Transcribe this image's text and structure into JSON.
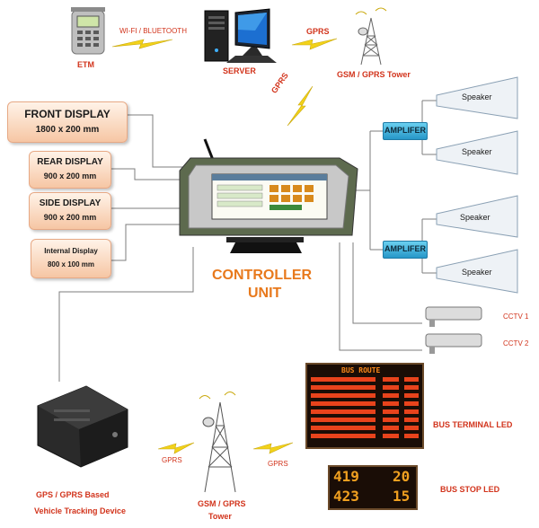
{
  "top": {
    "etm_label": "ETM",
    "wifi_label": "WI-FI / BLUETOOTH",
    "server_label": "SERVER",
    "gprs_top_label": "GPRS",
    "gsm_top_label": "GSM / GPRS  Tower",
    "gprs_diag_label": "GPRS"
  },
  "displays": {
    "front": {
      "title": "FRONT DISPLAY",
      "size": "1800 x 200 mm"
    },
    "rear": {
      "title": "REAR  DISPLAY",
      "size": "900 x 200 mm"
    },
    "side": {
      "title": "SIDE  DISPLAY",
      "size": "900 x 200 mm"
    },
    "internal": {
      "title": "Internal Display",
      "size": "800 x 100 mm"
    }
  },
  "controller": {
    "line1": "CONTROLLER",
    "line2": "UNIT"
  },
  "right": {
    "amp1": "AMPLIFER",
    "amp2": "AMPLIFER",
    "speaker1": "Speaker",
    "speaker2": "Speaker",
    "speaker3": "Speaker",
    "speaker4": "Speaker",
    "cctv1": "CCTV 1",
    "cctv2": "CCTV 2"
  },
  "bottom": {
    "gps_line1": "GPS / GPRS  Based",
    "gps_line2": "Vehicle Tracking Device",
    "gprs_left": "GPRS",
    "gprs_right": "GPRS",
    "gsm_line1": "GSM / GPRS",
    "gsm_line2": "Tower",
    "terminal_label": "BUS TERMINAL LED",
    "stop_label": "BUS STOP LED",
    "led_header": "BUS ROUTE",
    "stop_row1_left": "419",
    "stop_row1_right": "20",
    "stop_row2_left": "423",
    "stop_row2_right": "15"
  }
}
